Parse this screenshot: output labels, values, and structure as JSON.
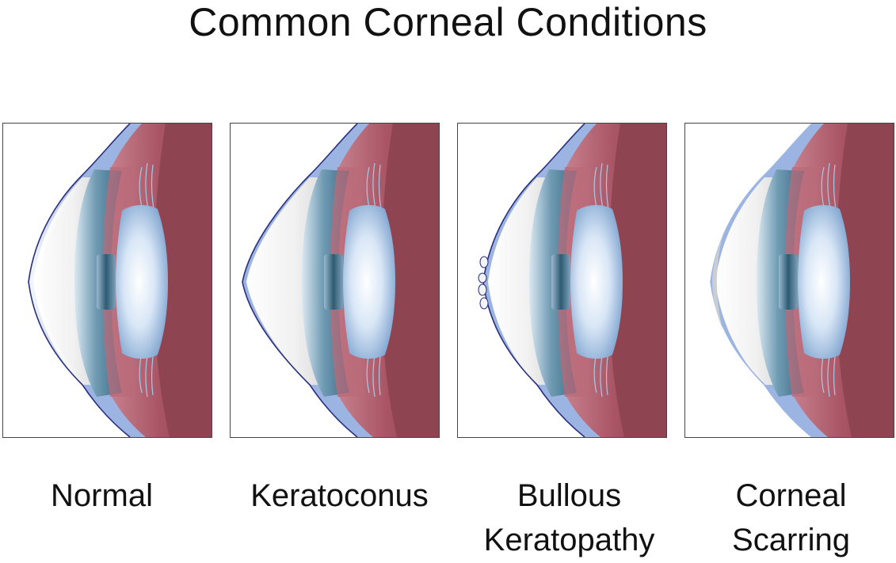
{
  "title": "Common Corneal Conditions",
  "panels": [
    {
      "label": "Normal"
    },
    {
      "label": "Keratoconus"
    },
    {
      "label": "Bullous\nKeratopathy"
    },
    {
      "label": "Corneal\nScarring"
    }
  ],
  "colors": {
    "sclera_outer": "#9cb4e2",
    "sclera_inner": "#c46e7e",
    "choroid": "#8f4452",
    "ciliary": "#5f8fa8",
    "lens": "#c9dcf2",
    "iris": "#3e6a85",
    "outline": "#2b2f7a"
  },
  "icons": [
    "eye-cross-section-icon"
  ]
}
